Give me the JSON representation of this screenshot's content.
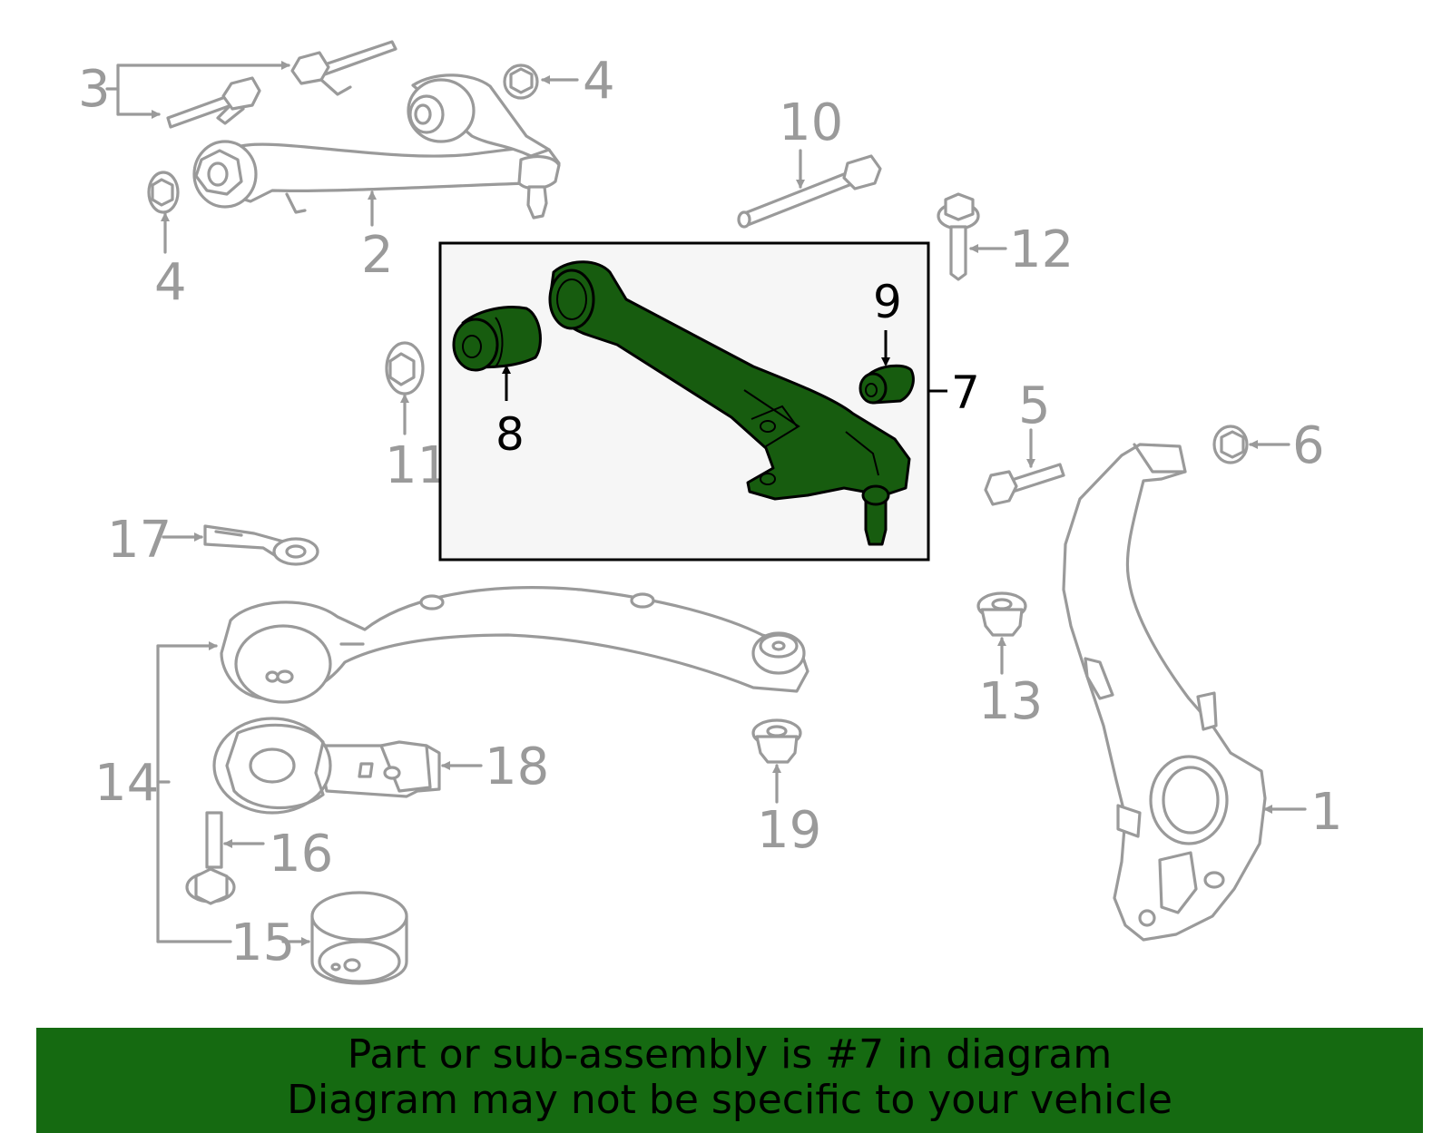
{
  "diagram": {
    "callouts": [
      "1",
      "2",
      "3",
      "4",
      "4",
      "5",
      "6",
      "7",
      "8",
      "9",
      "10",
      "11",
      "12",
      "13",
      "14",
      "15",
      "16",
      "17",
      "18",
      "19"
    ],
    "highlight_color": "#175c0f",
    "part_color": "#9a9a9a"
  },
  "banner": {
    "line1": "Part or sub-assembly is #7 in diagram",
    "line2": "Diagram may not be specific to your vehicle",
    "background": "#156a11"
  }
}
